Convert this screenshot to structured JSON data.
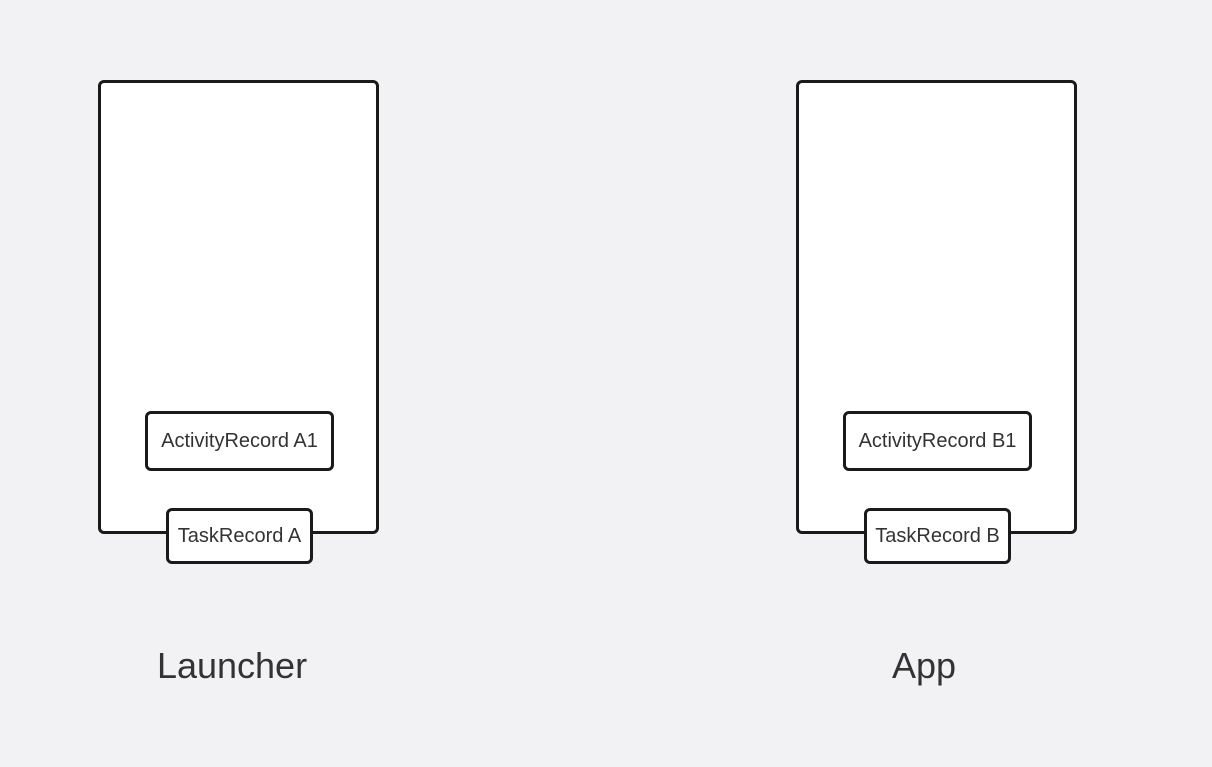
{
  "groups": [
    {
      "caption": "Launcher",
      "activity_record": "ActivityRecord A1",
      "task_record": "TaskRecord A"
    },
    {
      "caption": "App",
      "activity_record": "ActivityRecord B1",
      "task_record": "TaskRecord B"
    }
  ],
  "colors": {
    "background": "#f2f2f4",
    "box_fill": "#ffffff",
    "box_border": "#1a1a1a",
    "text": "#333333"
  }
}
